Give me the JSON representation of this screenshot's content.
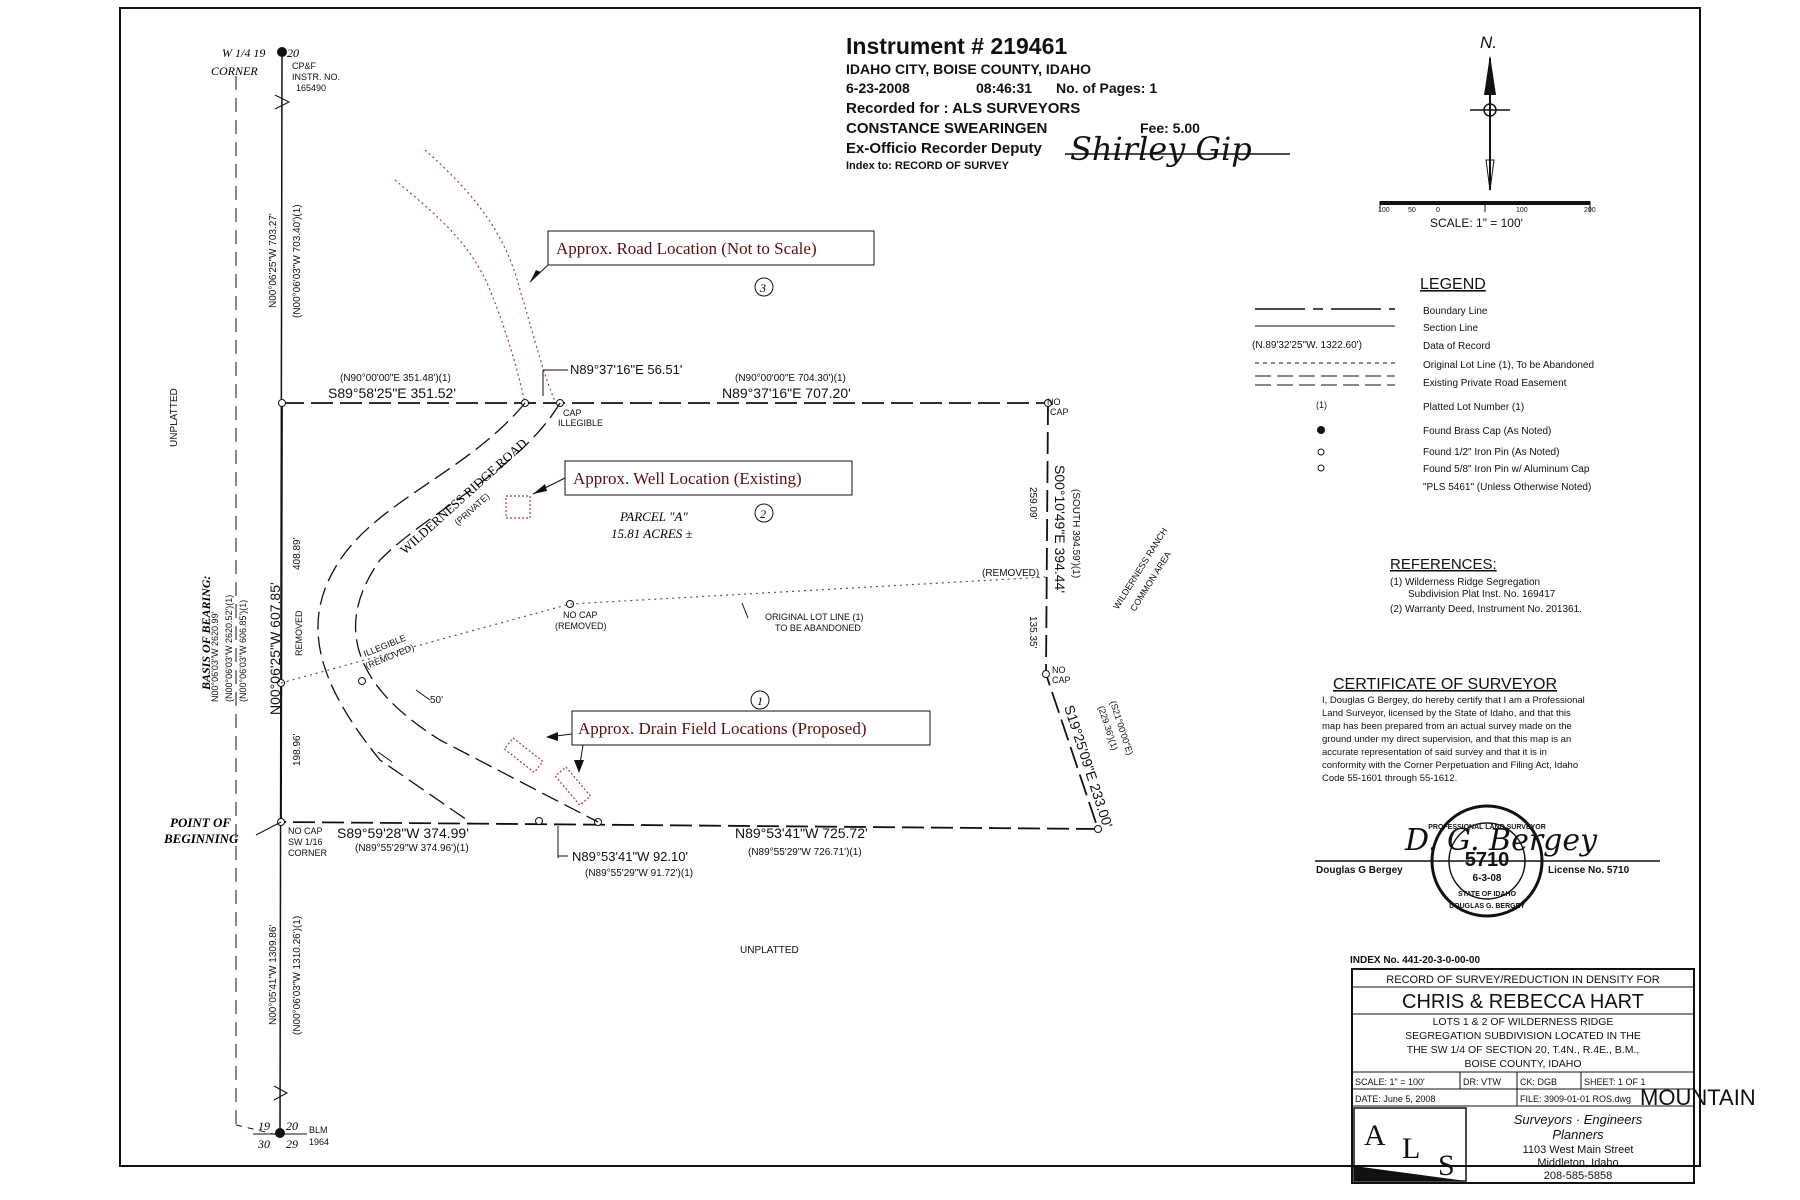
{
  "instrument": {
    "number_label": "Instrument #  219461",
    "place": "IDAHO CITY, BOISE COUNTY, IDAHO",
    "date": "6-23-2008",
    "time": "08:46:31",
    "pages": "No. of Pages: 1",
    "recorded_for": "Recorded for : ALS SURVEYORS",
    "recorder": "CONSTANCE SWEARINGEN",
    "fee": "Fee: 5.00",
    "ex_officio": "Ex-Officio Recorder  Deputy",
    "deputy_signature": "Shirley Gip",
    "index_to": "Index to: RECORD OF SURVEY"
  },
  "north": {
    "label": "N.",
    "scale_text": "SCALE:  1\"  =  100'",
    "scale_ticks": [
      "100",
      "50",
      "0",
      "100",
      "200"
    ]
  },
  "callouts": {
    "road": "Approx. Road Location (Not to Scale)",
    "well": "Approx. Well Location (Existing)",
    "drain": "Approx. Drain Field Locations (Proposed)"
  },
  "legend": {
    "title": "LEGEND",
    "items": [
      "Boundary Line",
      "Section Line",
      "Data of Record",
      "Original Lot Line (1), To be Abandoned",
      "Existing Private Road Easement",
      "Platted Lot Number (1)",
      "Found Brass Cap (As Noted)",
      "Found 1/2\" Iron Pin (As Noted)",
      "Found 5/8\" Iron Pin w/ Aluminum Cap",
      "\"PLS 5461\" (Unless Otherwise Noted)"
    ],
    "record_sample": "(N.89'32'25\"W.  1322.60')",
    "lot_sample": "(1)"
  },
  "references": {
    "title": "REFERENCES:",
    "items": [
      "(1)  Wilderness Ridge Segregation",
      "Subdivision Plat Inst. No. 169417",
      "(2)  Warranty Deed, Instrument No. 201361."
    ]
  },
  "certificate": {
    "title": "CERTIFICATE  OF  SURVEYOR",
    "lines": [
      "I, Douglas G Bergey, do hereby certify that I am a Professional",
      "Land Surveyor, licensed by the State of Idaho, and that this",
      "map has been prepared from an actual survey made on the",
      "ground under my direct supervision, and that this map is an",
      "accurate representation of said survey and that it is in",
      "conformity with the Corner Perpetuation and Filing Act, Idaho",
      "Code 55-1601 through 55-1612."
    ],
    "surveyor": "Douglas G Bergey",
    "license": "License No. 5710",
    "seal_number": "5710",
    "seal_date": "6-3-08",
    "seal_top": "PROFESSIONAL LAND SURVEYOR",
    "seal_bottom": "STATE OF IDAHO",
    "seal_name": "DOUGLAS G. BERGEY",
    "signature": "D. G. Bergey"
  },
  "title_block": {
    "index_no": "INDEX No. 441-20-3-0-00-00",
    "record_line": "RECORD OF SURVEY/REDUCTION IN DENSITY FOR",
    "owners": "CHRIS  &  REBECCA  HART",
    "desc": [
      "LOTS 1 & 2 OF WILDERNESS RIDGE",
      "SEGREGATION SUBDIVISION LOCATED IN THE",
      "THE SW 1/4 OF SECTION 20, T.4N., R.4E., B.M.,",
      "BOISE COUNTY, IDAHO"
    ],
    "scale": "SCALE: 1\" = 100'",
    "dr": "DR: VTW",
    "ck": "CK: DGB",
    "sheet": "SHEET: 1 OF 1",
    "date": "DATE: June 5, 2008",
    "file": "FILE: 3909-01-01 ROS.dwg",
    "logo": [
      "A",
      "L",
      "S"
    ],
    "company": [
      "Surveyors · Engineers",
      "Planners"
    ],
    "address": [
      "1103 West Main Street",
      "Middleton, Idaho",
      "208-585-5858"
    ]
  },
  "watermark": "MOUNTAIN",
  "plat": {
    "corner_nw": [
      "W 1/4  19",
      "20",
      "CORNER"
    ],
    "cpf": [
      "CP&F",
      "INSTR. NO.",
      "165490"
    ],
    "west_upper_bearing": "N00°06'25\"W  703.27'",
    "west_upper_record": "(N00°06'03\"W  703.40')(1)",
    "unplatted_west": "UNPLATTED",
    "north_left_record": "(N90°00'00\"E  351.48')(1)",
    "north_left": "S89°58'25\"E   351.52'",
    "north_small": "N89°37'16\"E  56.51'",
    "cap_illegible": [
      "CAP",
      "ILLEGIBLE"
    ],
    "north_right_record": "(N90°00'00\"E  704.30')(1)",
    "north_right": "N89°37'16\"E   707.20'",
    "no_cap_ne": [
      "NO",
      "CAP"
    ],
    "road_name": "WILDERNESS RIDGE ROAD",
    "road_private": "(PRIVATE)",
    "lot3": "3",
    "lot2": "2",
    "lot1": "1",
    "parcel_name": "PARCEL \"A\"",
    "parcel_area": "15.81 ACRES ±",
    "east_bearing": "S00°10'49\"E   394.44'",
    "east_record": "(SOUTH  394.59')(1)",
    "east_upper_dist": "259.09'",
    "east_lower_dist": "135.35'",
    "removed_e": "(REMOVED)",
    "common_area": [
      "WILDERNESS RANCH",
      "COMMON AREA"
    ],
    "no_cap_removed": [
      "NO CAP",
      "(REMOVED)"
    ],
    "orig_lot_line": [
      "ORIGINAL LOT LINE (1)",
      "TO BE ABANDONED"
    ],
    "illegible_removed": [
      "ILLEGIBLE",
      "(REMOVED)"
    ],
    "removed_w": "REMOVED",
    "west_bearing": "N00°06'25\"W   607.85'",
    "west_upper_dist": "408.89'",
    "west_lower_dist": "198.96'",
    "west_records": [
      "N00°06'03\"W  2620.99'",
      "(N00°06'03\"W  2620.52')(1)",
      "(N00°06'03\"W  606.85')(1)"
    ],
    "basis_of_bearing": "BASIS OF BEARING:",
    "no_cap_east": [
      "NO",
      "CAP"
    ],
    "se_record": "(S21°00'00\"E)",
    "se_record2": "(229.36')(1)",
    "se_bearing": "S19°25'09\"E   233.00'",
    "width_50": "50'",
    "pob": [
      "POINT  OF",
      "BEGINNING"
    ],
    "sw_corner": [
      "NO CAP",
      "SW 1/16",
      "CORNER"
    ],
    "south_left": "S89°59'28\"W   374.99'",
    "south_left_record": "(N89°55'29\"W  374.96')(1)",
    "south_right": "N89°53'41\"W    725.72'",
    "south_right_record": "(N89°55'29\"W  726.71')(1)",
    "south_small": "N89°53'41\"W   92.10'",
    "south_small_record": "(N89°55'29\"W  91.72')(1)",
    "unplatted_south": "UNPLATTED",
    "west_lower_bearing": "N00°05'41\"W  1309.86'",
    "west_lower_record": "(N00°06'03\"W  1310.26')(1)",
    "blm": [
      "19",
      "20",
      "BLM",
      "30",
      "29",
      "1964"
    ]
  }
}
